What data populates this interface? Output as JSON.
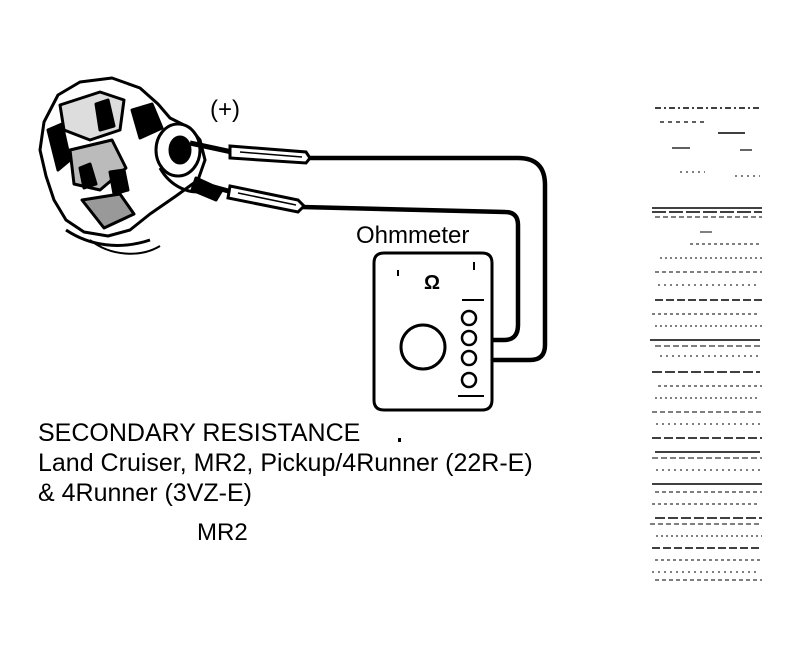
{
  "diagram": {
    "polarity_label": "(+)",
    "meter_label": "Ohmmeter",
    "meter_symbol": "Ω"
  },
  "caption": {
    "line1": "SECONDARY RESISTANCE",
    "line2": "Land Cruiser, MR2, Pickup/4Runner (22R-E)",
    "line3": "& 4Runner (3VZ-E)"
  },
  "fragment": {
    "text": "MR2"
  },
  "colors": {
    "ink": "#000000",
    "paper": "#ffffff"
  }
}
